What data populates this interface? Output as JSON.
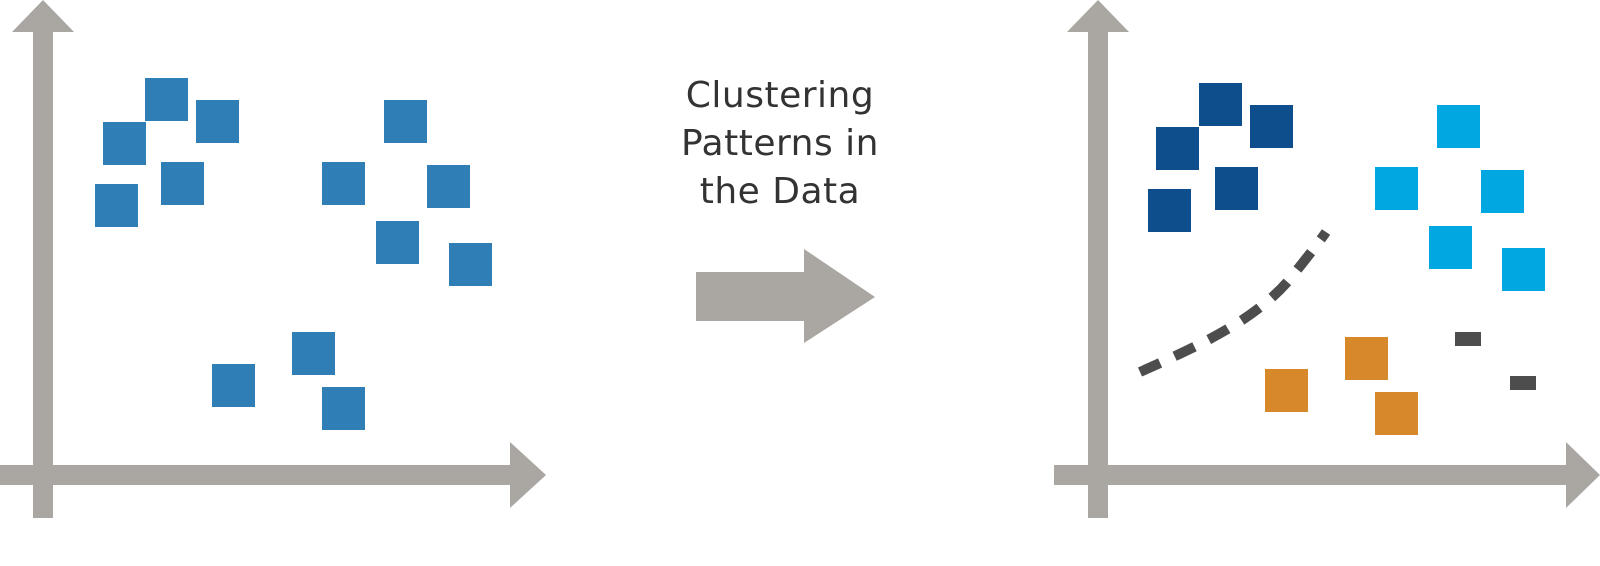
{
  "caption": {
    "lines": [
      "Clustering",
      "Patterns in",
      "the Data"
    ]
  },
  "colors": {
    "axis": "#aaa6a2",
    "arrow": "#aaa6a2",
    "raw_point": "#2f7eb5",
    "cluster_dark_blue": "#0e4e8c",
    "cluster_light_blue": "#00a7e0",
    "cluster_orange": "#d6882a",
    "outlier": "#4d4d4d",
    "boundary": "#4d4d4d"
  }
}
